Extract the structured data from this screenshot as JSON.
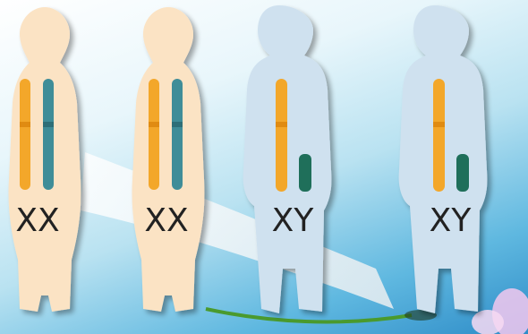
{
  "figures": [
    {
      "sex": "female",
      "label": "XX",
      "chromosome_left": "X",
      "chromosome_right": "X"
    },
    {
      "sex": "female",
      "label": "XX",
      "chromosome_left": "X",
      "chromosome_right": "X"
    },
    {
      "sex": "male",
      "label": "XY",
      "chromosome_left": "X",
      "chromosome_right": "Y"
    },
    {
      "sex": "male",
      "label": "XY",
      "chromosome_left": "X",
      "chromosome_right": "Y"
    }
  ],
  "colors": {
    "female_silhouette": "#fbe3c4",
    "male_silhouette": "#cfe1ef",
    "x_chromosome": "#f3a72a",
    "x_chromosome_female_second": "#3f8d98",
    "y_chromosome": "#1f6f5a",
    "label_text": "#222222"
  }
}
